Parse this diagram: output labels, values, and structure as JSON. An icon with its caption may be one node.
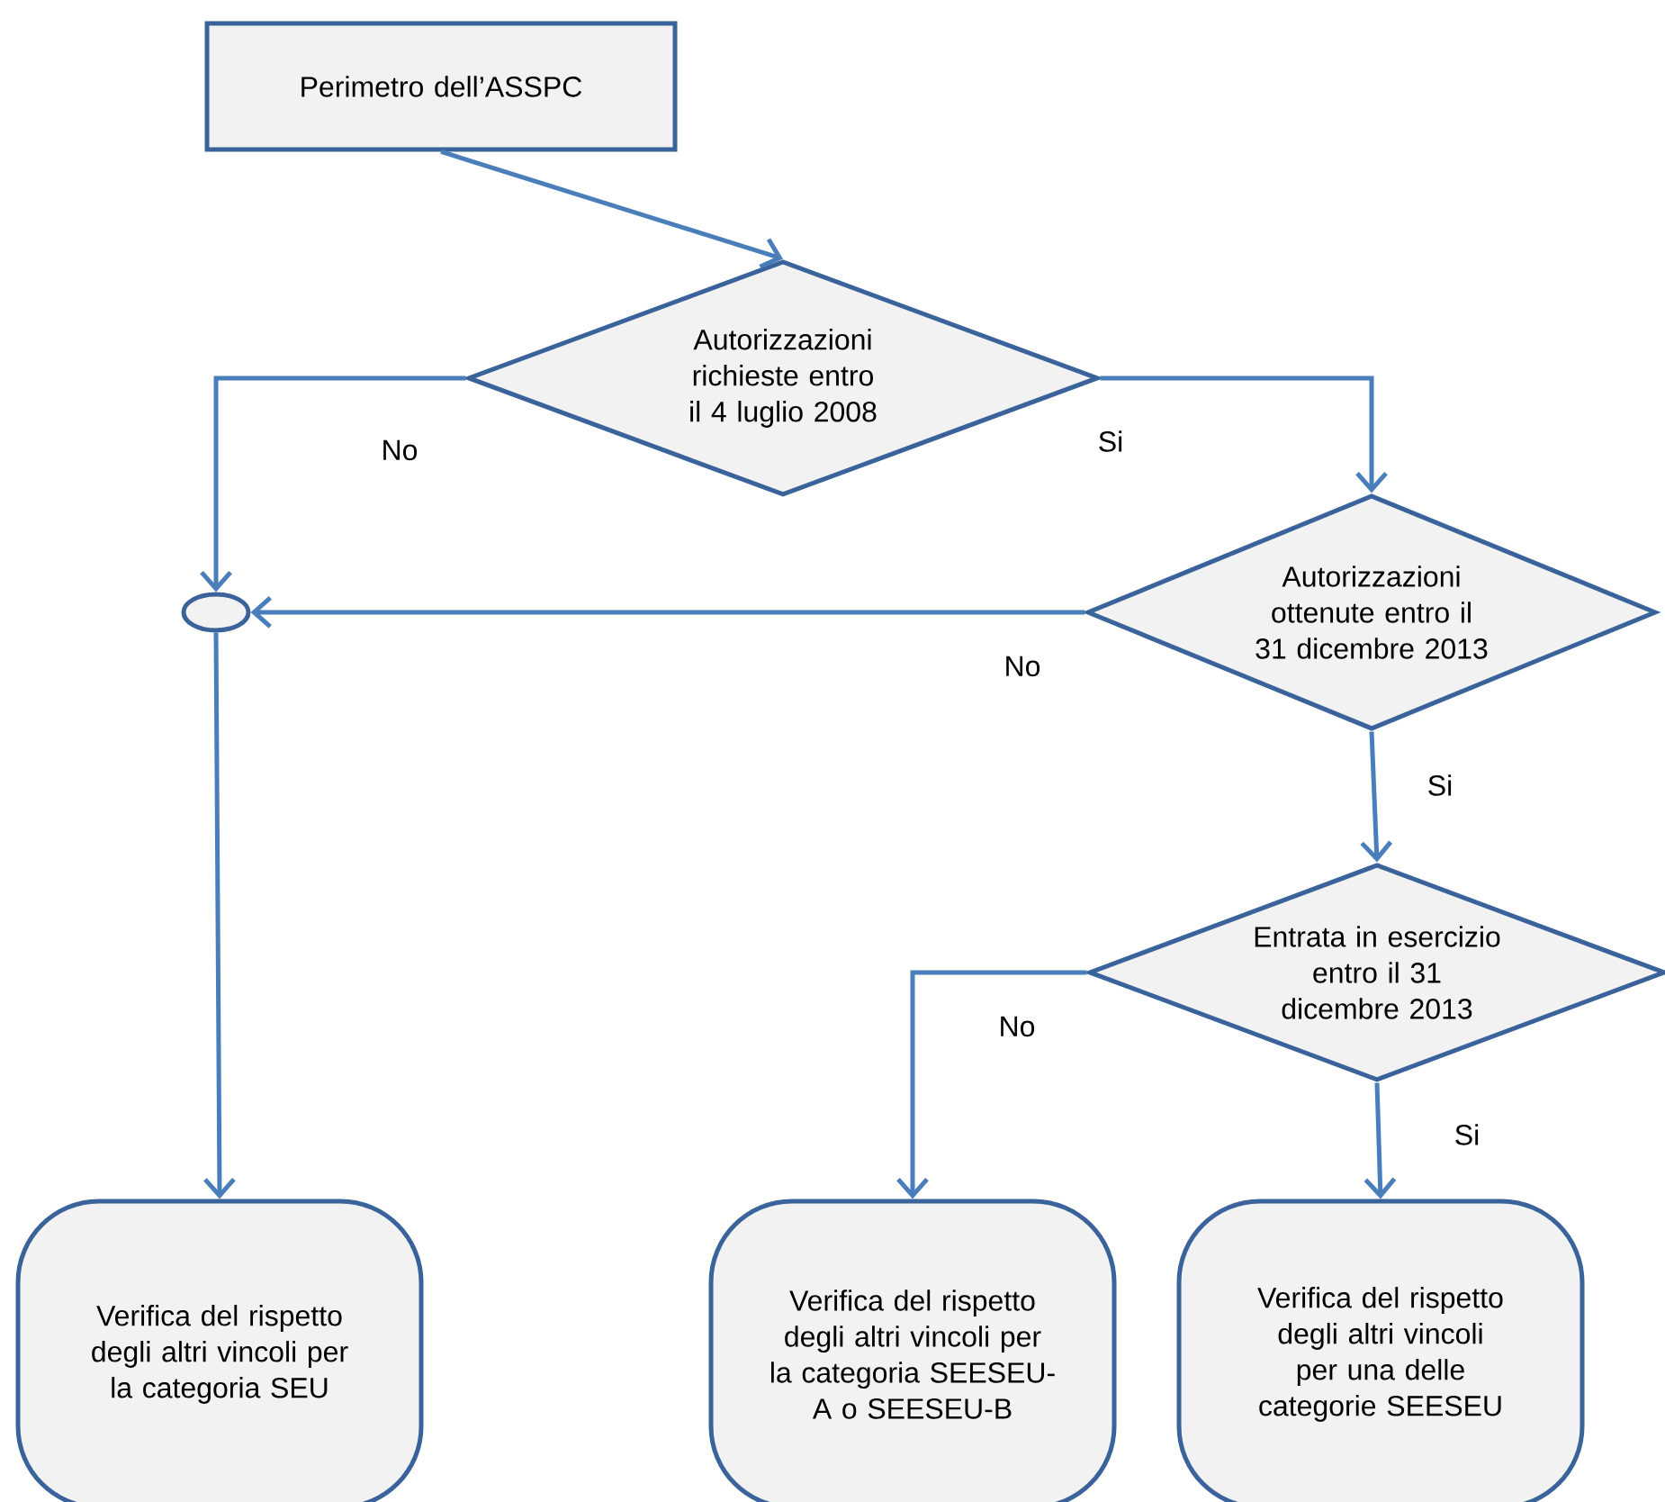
{
  "diagram": {
    "nodes": [
      {
        "text": [
          "Perimetro dell’ASSPC"
        ]
      },
      {
        "text": [
          "Autorizzazioni richieste entro il 4 luglio 2008"
        ]
      },
      {
        "text": [
          "Autorizzazioni ottenute entro il 31 dicembre 2013"
        ]
      },
      {
        "text": [],
        "shape": "circle"
      },
      {
        "text": [
          "Entrata in esercizio entro il 31 dicembre 2013"
        ]
      },
      {
        "text": [
          "Verifica del rispetto degli altri vincoli per la categoria SEU"
        ]
      },
      {
        "text": [
          "Verifica del rispetto degli altri vincoli per la categoria SEESEU-A o SEESEU-B"
        ]
      },
      {
        "text": [
          "Verifica del rispetto degli altri vincoli per una delle categorie SEESEU"
        ]
      }
    ],
    "edges": [
      {
        "from": 0,
        "to": 1,
        "arrow": "to"
      },
      {
        "from": 1,
        "to": 3,
        "arrow": "to",
        "label": "No"
      },
      {
        "from": 1,
        "to": 2,
        "arrow": "to",
        "label": "Si"
      },
      {
        "from": 2,
        "to": 3,
        "arrow": "to",
        "label": "No"
      },
      {
        "from": 2,
        "to": 4,
        "arrow": "to",
        "label": "Si"
      },
      {
        "from": 3,
        "to": 5,
        "arrow": "to"
      },
      {
        "from": 4,
        "to": 6,
        "arrow": "to",
        "label": "No"
      },
      {
        "from": 4,
        "to": 7,
        "arrow": "to",
        "label": "Si"
      }
    ]
  }
}
